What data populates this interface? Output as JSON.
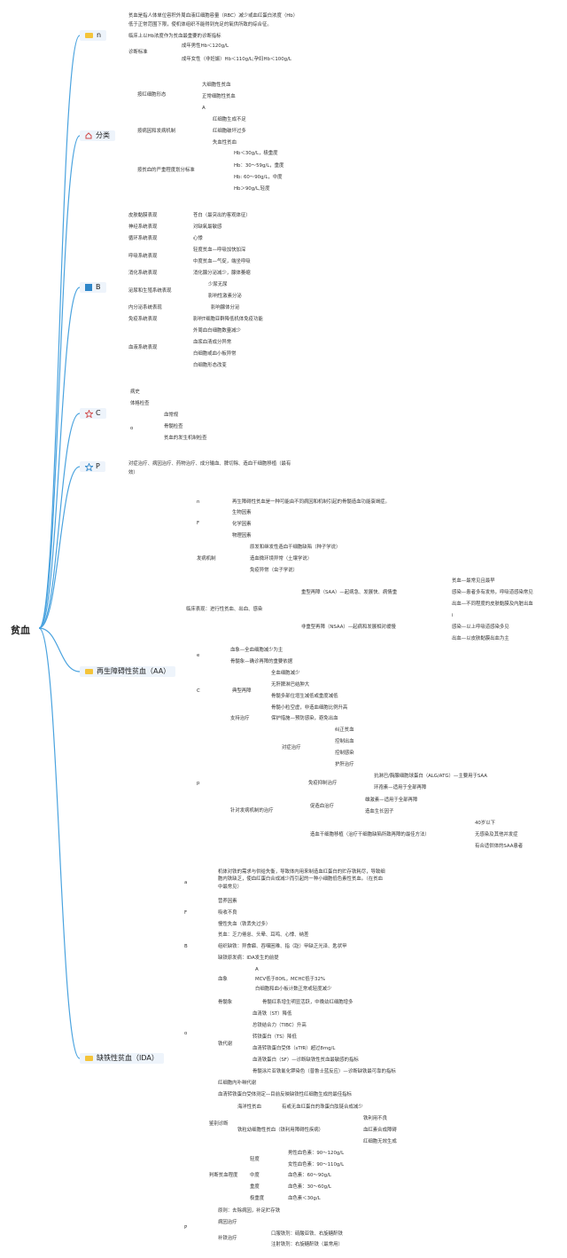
{
  "root": "贫血",
  "sections": {
    "def": {
      "title": "n",
      "items": [
        "贫血是指人体单位容积外周血液红细胞容量（RBC）减少或血红蛋白浓度（Hb）",
        "低于正常范围下限，使机体组织不能得到充足的氧供所致的综合征。",
        "临床上以Hb浓度作为贫血最重要的诊断指标",
        "诊断标准",
        "成年男性Hb＜120g/L",
        "成年女性（非妊娠）Hb＜110g/L;孕妇Hb＜100g/L"
      ]
    },
    "cls": {
      "title": "分类",
      "items": [
        "按红细胞形态",
        "大细胞性贫血",
        "正常细胞性贫血",
        "A",
        "按病因和发病机制",
        "红细胞生成不足",
        "红细胞破坏过多",
        "失血性贫血",
        "按贫血的严重程度划分标准",
        "Hb＜30g/L，极重度",
        "Hb：30～59g/L，重度",
        "Hb: 60～90g/L，中度",
        "Hb＞90g/L,轻度"
      ]
    },
    "sym": {
      "title": "B",
      "items": [
        "皮肤黏膜表现",
        "苍白（最突出的客观体征）",
        "神经系统表现",
        "对缺氧最敏感",
        "循环系统表现",
        "心悸",
        "呼吸系统表现",
        "轻度贫血—呼吸加快加深",
        "中度贫血—气促，端坐呼吸",
        "消化系统表现",
        "消化腺分泌减少，腺体萎缩",
        "泌尿和生殖系统表现",
        "少尿无尿",
        "影响性激素分泌",
        "内分泌系统表现",
        "影响腺体分泌",
        "免疫系统表现",
        "影响T细胞亚群降低机体免疫功能",
        "血液系统表现",
        "外周血白细胞数量减少",
        "血浆血清成分异常",
        "白细胞或血小板异常",
        "白细胞形态改变"
      ]
    },
    "diag": {
      "title": "C",
      "items": [
        "病史",
        "体格检查",
        "o",
        "血常规",
        "骨髓检查",
        "贫血的发生机制检查"
      ]
    },
    "treat": {
      "title": "P",
      "items": [
        "对症治疗、病因治疗、药物治疗、成分输血、脾切除、造血干细胞移植（最有",
        "效）"
      ]
    },
    "aa": {
      "title": "再生障碍性贫血（AA）",
      "items": [
        "n",
        "再生障碍性贫血是一种可能由不同病因和机制引起的骨髓造血功能衰竭症。",
        "F",
        "生物因素",
        "化学因素",
        "物理因素",
        "发病机制",
        "原发和继发性造血干细胞缺陷（种子学说）",
        "造血微环境异常（土壤学说）",
        "免疫异常（虫子学说）",
        "临床表现：进行性贫血、出血、感染",
        "重型再障（SAA）—起病急、发展快、病情重",
        "贫血—最常见且最早",
        "感染—患者多有发热，呼吸道感染常见",
        "出血—不同程度的皮肤黏膜及内脏出血",
        "非重型再障（NSAA）—起病和发展相对缓慢",
        "i",
        "感染—以上呼吸道感染多见",
        "出血—以皮肤黏膜出血为主",
        "e",
        "血象—全血细胞减少为主",
        "骨髓象—确诊再障的重要依据",
        "C",
        "典型再障",
        "全血细胞减少",
        "无肝脾淋巴结肿大",
        "骨髓多部位增生减低或重度减低",
        "骨髓小粒空虚，非造血细胞比例升高",
        "p",
        "支持治疗",
        "保护措施—预防感染，避免出血",
        "对症治疗",
        "纠正贫血",
        "控制出血",
        "控制感染",
        "护肝治疗",
        "针对发病机制的治疗",
        "免疫抑制治疗",
        "抗淋巴/胸腺细胞球蛋白（ALG/ATG）—主要用于SAA",
        "环孢素—适用于全部再障",
        "促造血治疗",
        "雄激素—适用于全部再障",
        "造血生长因子",
        "造血干细胞移植（治疗干细胞缺陷所致再障的最佳方法）",
        "40岁以下",
        "无感染及其他并发症",
        "有合适供体的SAA患者"
      ]
    },
    "ida": {
      "title": "缺铁性贫血（IDA）",
      "items": [
        "a",
        "机体对铁的需求与供给失衡，导致体内用来制造血红蛋白的贮存铁耗尽，导致细",
        "胞内铁缺乏，使血红蛋白合成减少而引起的一种小细胞低色素性贫血。（在贫血",
        "中最常见）",
        "F",
        "营养因素",
        "吸收不良",
        "慢性失血（铁丢失过多）",
        "B",
        "贫血：乏力倦怠、头晕、耳鸣、心悸、纳差",
        "组织缺铁：异食癖、吞咽困难、指（趾）甲缺乏光泽、匙状甲",
        "缺铁原发病：IDA发生的前提",
        "o",
        "血象",
        "A",
        "MCV低于80fL，MCHC低于32%",
        "白细胞和血小板计数正常或轻度减少",
        "骨髓象",
        "骨髓红系增生明显活跃，中晚幼红细胞增多",
        "铁代谢",
        "血清铁（ST）降低",
        "总铁结合力（TIBC）升高",
        "转铁蛋白（TS）降低",
        "血清转铁蛋白受体（sTfR）超过8mg/L",
        "血清铁蛋白（SF）—诊断缺铁性贫血最敏感的指标",
        "骨髓涂片亚铁氰化钾染色（普鲁士蓝反应）—诊断缺铁最可靠的指标",
        "红细胞内卟啉代谢",
        "血清转铁蛋白受体测定—目前反映缺铁性红细胞生成的最佳指标",
        "鉴别诊断",
        "海洋性贫血",
        "有或无血红蛋白的珠蛋白肽链合成减少",
        "铁粒幼细胞性贫血（铁利用障碍性疾病）",
        "铁利用不良",
        "血红素合成障碍",
        "红细胞无效生成",
        "判断贫血程度",
        "轻度",
        "男性血色素：90～120g/L",
        "女性血色素：90～110g/L",
        "中度",
        "血色素：60～90g/L",
        "重度",
        "血色素：30～60g/L",
        "极重度",
        "血色素＜30g/L",
        "P",
        "原则：去除病因，补足贮存铁",
        "病因治疗",
        "补铁治疗",
        "口服铁剂：硫酸亚铁、右旋糖酐铁",
        "注射铁剂：右旋糖酐铁（最常用）"
      ]
    }
  }
}
